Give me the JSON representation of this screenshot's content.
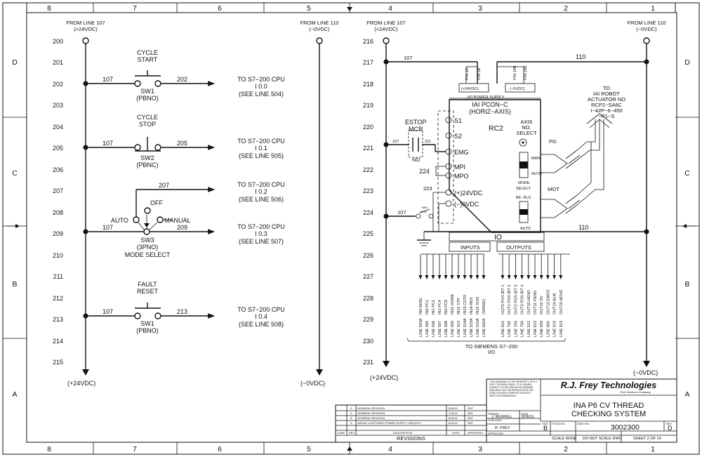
{
  "border": {
    "columns_top": [
      "8",
      "7",
      "6",
      "5",
      "4",
      "3",
      "2",
      "1"
    ],
    "columns_bottom": [
      "8",
      "7",
      "6",
      "5",
      "4",
      "3",
      "2",
      "1"
    ],
    "rows_left": [
      "D",
      "C",
      "B",
      "A"
    ],
    "rows_right": [
      "D",
      "C",
      "B",
      "A"
    ]
  },
  "left_sheet": {
    "from_left": [
      "FROM LINE 107",
      "(+24VDC)"
    ],
    "from_right": [
      "FROM LINE 110",
      "(−0VDC)"
    ],
    "bottom_left": "(+24VDC)",
    "bottom_right": "(−0VDC)",
    "line_numbers": [
      "200",
      "201",
      "202",
      "203",
      "204",
      "205",
      "206",
      "207",
      "208",
      "209",
      "210",
      "211",
      "212",
      "213",
      "214",
      "215"
    ],
    "rungs": [
      {
        "switch_title": [
          "CYCLE",
          "START"
        ],
        "wire_in": "107",
        "wire_out": "202",
        "switch_label": [
          "SW1",
          "(PBNO)"
        ],
        "dest": [
          "TO S7−200 CPU",
          "I 0.0",
          "(SEE LINE 504)"
        ]
      },
      {
        "switch_title": [
          "CYCLE",
          "STOP"
        ],
        "wire_in": "107",
        "wire_out": "205",
        "switch_label": [
          "SW2",
          "(PBNC)"
        ],
        "dest": [
          "TO S7−200 CPU",
          "I 0.1",
          "(SEE LINE 505)"
        ]
      },
      {
        "wire_in": "107",
        "wire_top": "207",
        "wire_out": "209",
        "selector": {
          "off": "OFF",
          "auto": "AUTO",
          "manual": "MANUAL"
        },
        "switch_label": [
          "SW3",
          "(3PNO)",
          "MODE SELECT"
        ],
        "dest_top": [
          "TO S7−200 CPU",
          "I 0.2",
          "(SEE LINE 506)"
        ],
        "dest": [
          "TO S7−200 CPU",
          "I 0.3",
          "(SEE LINE 507)"
        ]
      },
      {
        "switch_title": [
          "FAULT",
          "RESET"
        ],
        "wire_in": "107",
        "wire_out": "213",
        "switch_label": [
          "SW1",
          "(PBNO)"
        ],
        "dest": [
          "TO S7−200 CPU",
          "I 0.4",
          "(SEE LINE 508)"
        ]
      }
    ]
  },
  "right_sheet": {
    "from_left": [
      "FROM LINE 107",
      "(+24VDC)"
    ],
    "from_right": [
      "FROM LINE 110",
      "(−0VDC)"
    ],
    "bottom_left": "(+24VDC)",
    "bottom_right": "(−0VDC)",
    "line_numbers": [
      "216",
      "217",
      "218",
      "219",
      "220",
      "221",
      "222",
      "223",
      "224",
      "225",
      "226",
      "227",
      "228",
      "229",
      "230",
      "231"
    ],
    "wires": {
      "top_107": "107",
      "top_110": "110",
      "w221": "221",
      "w224": "224",
      "w223": "223",
      "w107a": "107",
      "w107b": "107",
      "w110b": "110"
    },
    "pins": [
      "PIN 1A",
      "PIN 2A",
      "PIN 19B",
      "PIN 20B"
    ],
    "power_left": "(+24VDC)",
    "power_right": "(−0VDC)",
    "io_power": "I/O POWER SUPPLY",
    "controller": [
      "IAI PCON−C",
      "(HORIZ−AXIS)"
    ],
    "tag": "RC2",
    "estop": [
      "ESTOP",
      "MCR"
    ],
    "estop_no": "NO",
    "terminals": [
      "S1",
      "S2",
      "EMG",
      "MPI",
      "MPO",
      "(+)24VDC",
      "(−)0VDC"
    ],
    "axis_select": [
      "AXIS",
      "NO.",
      "SELECT"
    ],
    "man": "MAN",
    "auto": "AUTO",
    "mode_select": [
      "MODE",
      "SELECT"
    ],
    "bk_rls": "BK. RLS",
    "auto2": "AUTO",
    "pg": "PG",
    "mot": "MOT",
    "robot": [
      "TO",
      "IAI ROBOT",
      "ACTUATOR NO",
      "RCP2−SA6C",
      "I−42P−6−450",
      "−P1−S"
    ],
    "brk": [
      "BRK",
      "(24V)"
    ],
    "io": "IO",
    "inputs": "INPUTS",
    "outputs": "OUTPUTS",
    "input_signals": [
      "IN0 BKRL",
      "IN0 PC1",
      "IN1 PC2",
      "IN2 PC4",
      "IN3 PC8",
      "IN11 HOME",
      "IN12 STP",
      "IN13 CSTR",
      "IN14 RES",
      "IN15 SON",
      "(SPARE)"
    ],
    "input_lines": [
      "LINE 603A",
      "LINE 505",
      "LINE 506",
      "LINE 507",
      "LINE 508",
      "LINE 509",
      "LINE 513",
      "LINE 514A",
      "LINE 515A",
      "LINE 515A",
      "LINE 602A"
    ],
    "output_signals": [
      "OUT0 POS BIT 1",
      "OUT1 POS BIT 2",
      "OUT2 POS BIT 3",
      "OUT3 POS BIT 4",
      "OUT10 HEND",
      "OUT11 PEND",
      "OUT12 SV",
      "OUT13 EMGS",
      "OUT14 ALM",
      "OUT15 MOVE"
    ],
    "output_lines": [
      "LINE 615",
      "LINE 702",
      "LINE 703",
      "LINE 704",
      "LINE 512",
      "LINE 613",
      "LINE 603",
      "LINE 605",
      "LINE 913",
      "LINE 913"
    ],
    "to_siemens": [
      "TO SIEMENS S7−200",
      "I/O"
    ]
  },
  "title_block": {
    "company": "R.J. Frey Technologies",
    "company_sub": "Fine Solutions Company",
    "title": [
      "INA P6 CV THREAD",
      "CHECKING SYSTEM"
    ],
    "notice": "THIS DRAWING IS THE PROPERTY OF R.J. FREY TECHNOLOGIES. IT IS LOANED SUBJECT TO RETURN UPON DEMAND AND MUST NOT BE REPRODUCED OR USED FOR ANY PURPOSE WITHOUT WRITTEN PERMISSION.",
    "drawn_label": "DRAWN",
    "drawn_by": "J. MURRILL",
    "drawn_date": "8/06/11",
    "checked_label": "CHECKED",
    "checked_by": "R. FREY",
    "approved_label": "APPROVED",
    "date_label": "DATE",
    "size_label": "SIZE",
    "size": "B",
    "fscm_label": "FSCM NO.",
    "dwg_label": "DWG NO.",
    "dwg_no": "3002300",
    "rev_label": "REV",
    "rev": "D",
    "scale": "SCALE NONE",
    "note": "DO NOT SCALE DWG",
    "sheet": "SHEET 2 OF 14"
  },
  "revisions": {
    "rows": [
      {
        "rev": "D",
        "desc": "GENERAL REVISION",
        "date": "8/28/11",
        "by": "RKF"
      },
      {
        "rev": "C",
        "desc": "GENERAL REVISION",
        "date": "7/31/11",
        "by": "RKF"
      },
      {
        "rev": "B",
        "desc": "GENERAL REVISION",
        "date": "6/30/11",
        "by": "RKF"
      },
      {
        "rev": "A",
        "desc": "ADDED CUSTOMER POWER SUPPLY CIRCUITS",
        "date": "6/22/11",
        "by": "RKF"
      }
    ],
    "header": {
      "zone": "ZONE",
      "rev": "REV",
      "desc": "DESCRIPTION",
      "date": "DATE",
      "by": "APPROVED"
    },
    "title": "REVISIONS"
  }
}
